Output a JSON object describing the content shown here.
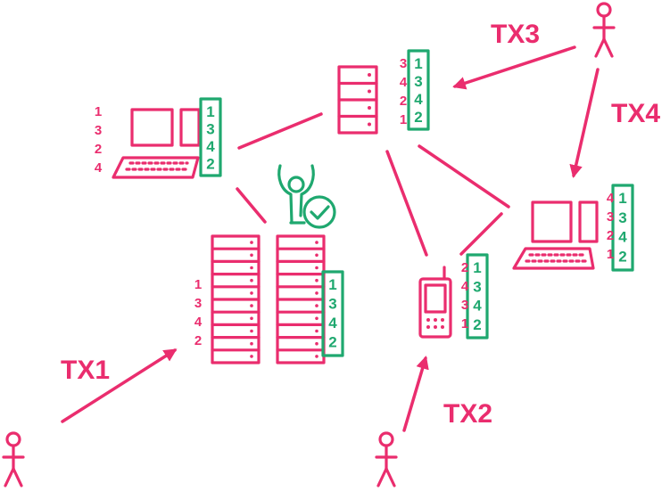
{
  "labels": {
    "tx1": "TX1",
    "tx2": "TX2",
    "tx3": "TX3",
    "tx4": "TX4"
  },
  "nodes": {
    "laptop_left": {
      "received_order": [
        "1",
        "3",
        "2",
        "4"
      ],
      "sorted_order": [
        "1",
        "3",
        "4",
        "2"
      ]
    },
    "server_top": {
      "received_order": [
        "3",
        "4",
        "2",
        "1"
      ],
      "sorted_order": [
        "1",
        "3",
        "4",
        "2"
      ]
    },
    "datacenter": {
      "received_order": [
        "1",
        "3",
        "4",
        "2"
      ],
      "sorted_order": [
        "1",
        "3",
        "4",
        "2"
      ]
    },
    "phone": {
      "received_order": [
        "2",
        "4",
        "3",
        "1"
      ],
      "sorted_order": [
        "1",
        "3",
        "4",
        "2"
      ]
    },
    "laptop_right": {
      "received_order": [
        "4",
        "3",
        "2",
        "1"
      ],
      "sorted_order": [
        "1",
        "3",
        "4",
        "2"
      ]
    }
  },
  "colors": {
    "accent": "#ea2d6e",
    "consensus": "#1fa86f"
  },
  "icons": [
    "person-icon",
    "laptop-icon",
    "server-icon",
    "server-rack-icon",
    "phone-icon",
    "validator-icon",
    "check-icon",
    "arrow-icon"
  ]
}
